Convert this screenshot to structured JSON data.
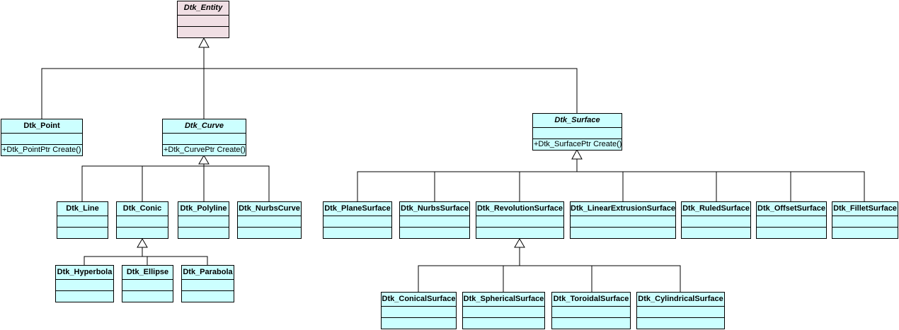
{
  "diagram": {
    "classes": {
      "entity": {
        "name": "Dtk_Entity",
        "ops": ""
      },
      "point": {
        "name": "Dtk_Point",
        "ops": "+Dtk_PointPtr Create()"
      },
      "curve": {
        "name": "Dtk_Curve",
        "ops": "+Dtk_CurvePtr Create()"
      },
      "surface": {
        "name": "Dtk_Surface",
        "ops": "+Dtk_SurfacePtr Create()"
      },
      "line": {
        "name": "Dtk_Line",
        "ops": ""
      },
      "conic": {
        "name": "Dtk_Conic",
        "ops": ""
      },
      "polyline": {
        "name": "Dtk_Polyline",
        "ops": ""
      },
      "nurbscurve": {
        "name": "Dtk_NurbsCurve",
        "ops": ""
      },
      "hyperbola": {
        "name": "Dtk_Hyperbola",
        "ops": ""
      },
      "ellipse": {
        "name": "Dtk_Ellipse",
        "ops": ""
      },
      "parabola": {
        "name": "Dtk_Parabola",
        "ops": ""
      },
      "planesurface": {
        "name": "Dtk_PlaneSurface",
        "ops": ""
      },
      "nurbssurface": {
        "name": "Dtk_NurbsSurface",
        "ops": ""
      },
      "revolutionsurface": {
        "name": "Dtk_RevolutionSurface",
        "ops": ""
      },
      "linearextrusionsurface": {
        "name": "Dtk_LinearExtrusionSurface",
        "ops": ""
      },
      "ruledsurface": {
        "name": "Dtk_RuledSurface",
        "ops": ""
      },
      "offsetsurface": {
        "name": "Dtk_OffsetSurface",
        "ops": ""
      },
      "filletsurface": {
        "name": "Dtk_FilletSurface",
        "ops": ""
      },
      "conicalsurface": {
        "name": "Dtk_ConicalSurface",
        "ops": ""
      },
      "sphericalsurface": {
        "name": "Dtk_SphericalSurface",
        "ops": ""
      },
      "toroidalsurface": {
        "name": "Dtk_ToroidalSurface",
        "ops": ""
      },
      "cylindricalsurface": {
        "name": "Dtk_CylindricalSurface",
        "ops": ""
      }
    },
    "generalizations": [
      {
        "parent": "entity",
        "children": [
          "point",
          "curve",
          "surface"
        ]
      },
      {
        "parent": "curve",
        "children": [
          "line",
          "conic",
          "polyline",
          "nurbscurve"
        ]
      },
      {
        "parent": "conic",
        "children": [
          "hyperbola",
          "ellipse",
          "parabola"
        ]
      },
      {
        "parent": "surface",
        "children": [
          "planesurface",
          "nurbssurface",
          "revolutionsurface",
          "linearextrusionsurface",
          "ruledsurface",
          "offsetsurface",
          "filletsurface"
        ]
      },
      {
        "parent": "revolutionsurface",
        "children": [
          "conicalsurface",
          "sphericalsurface",
          "toroidalsurface",
          "cylindricalsurface"
        ]
      }
    ]
  }
}
